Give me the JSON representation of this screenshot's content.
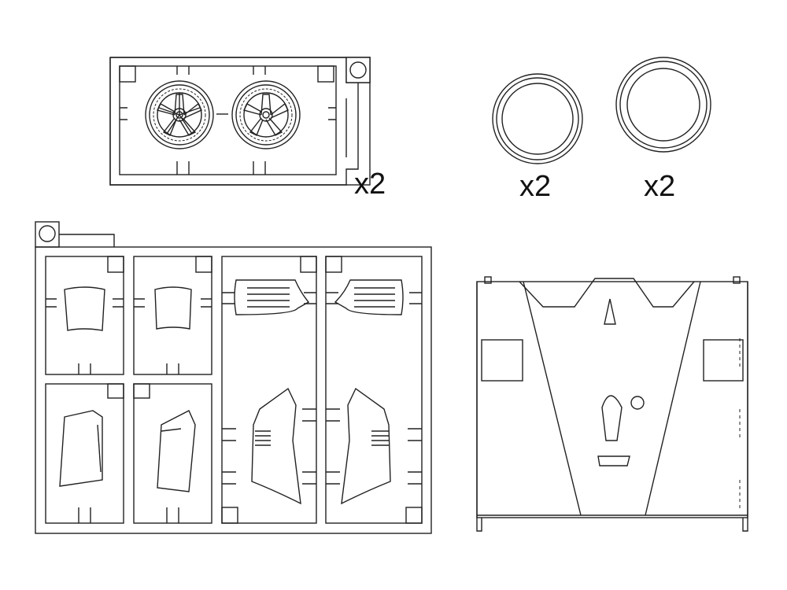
{
  "quantities": {
    "wheel_frame": "x2",
    "ring_small": "x2",
    "ring_large": "x2"
  },
  "icons": {
    "wheel": "wheel-icon",
    "tire": "tire-ring-icon",
    "panel_sprue": "sprue-frame-icon",
    "body_shell": "body-shell-icon"
  }
}
